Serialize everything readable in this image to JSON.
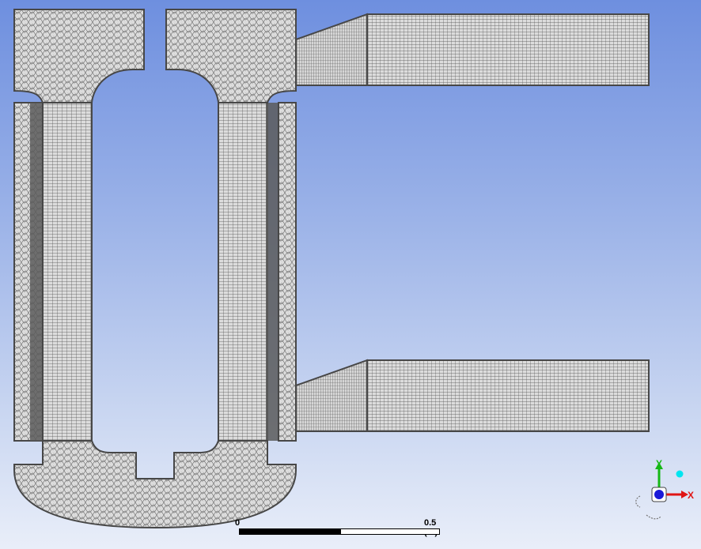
{
  "scale_bar": {
    "start_label": "0",
    "end_label": "0.5 (m)"
  },
  "triad": {
    "x_label": "X",
    "y_label": "Y",
    "x_color": "#e01515",
    "y_color": "#16b816",
    "z_color": "#1a1ad8",
    "iso_color": "#00e5f0"
  },
  "colors": {
    "background_top": "#6e8fdf",
    "background_bottom": "#e9eef9",
    "mesh_fill": "#dcdcdc",
    "mesh_line": "#555555",
    "edge": "#474747"
  }
}
